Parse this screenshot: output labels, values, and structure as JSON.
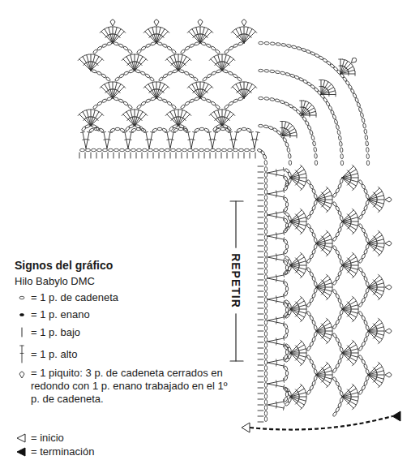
{
  "diagram": {
    "title": "Signos del gráfico",
    "labels": [
      "Hilo Babylo DMC",
      "REPETIR"
    ],
    "legend": [
      {
        "text": "= 1 p. de cadeneta"
      },
      {
        "text": "= 1 p. enano"
      },
      {
        "text": "= 1 p. bajo"
      },
      {
        "text": "= 1 p. alto"
      },
      {
        "text": "= 1 piquito: 3 p. de cadeneta cerrados en redondo con 1 p. enano trabajado en el 1º p. de cadeneta."
      },
      {
        "text": "= inicio"
      },
      {
        "text": "= terminación"
      }
    ]
  }
}
